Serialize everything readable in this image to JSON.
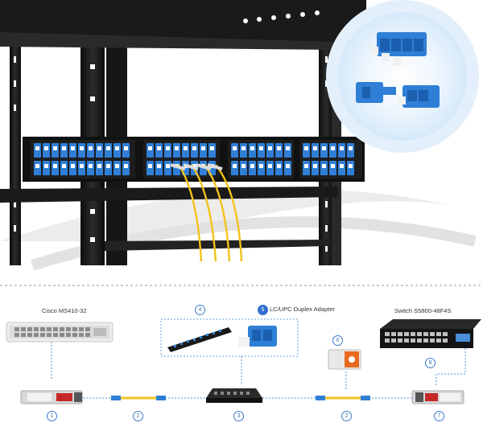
{
  "labels": {
    "left_switch": "Cisco MS410-32",
    "right_switch": "Switch S5800-48F4S",
    "adapter": "LC/UPC Duplex Adapter"
  },
  "markers": {
    "m1": "1",
    "m2a": "2",
    "m2b": "2",
    "m3": "3",
    "m4": "4",
    "m5": "5",
    "m6": "6",
    "m7": "7",
    "m8": "8"
  },
  "colors": {
    "rack": "#1c1c1c",
    "adapter_blue": "#2f7fd6",
    "fiber_yellow": "#f2c21b",
    "marker_blue": "#3a78c8",
    "link_blue": "#4a8fd8"
  }
}
